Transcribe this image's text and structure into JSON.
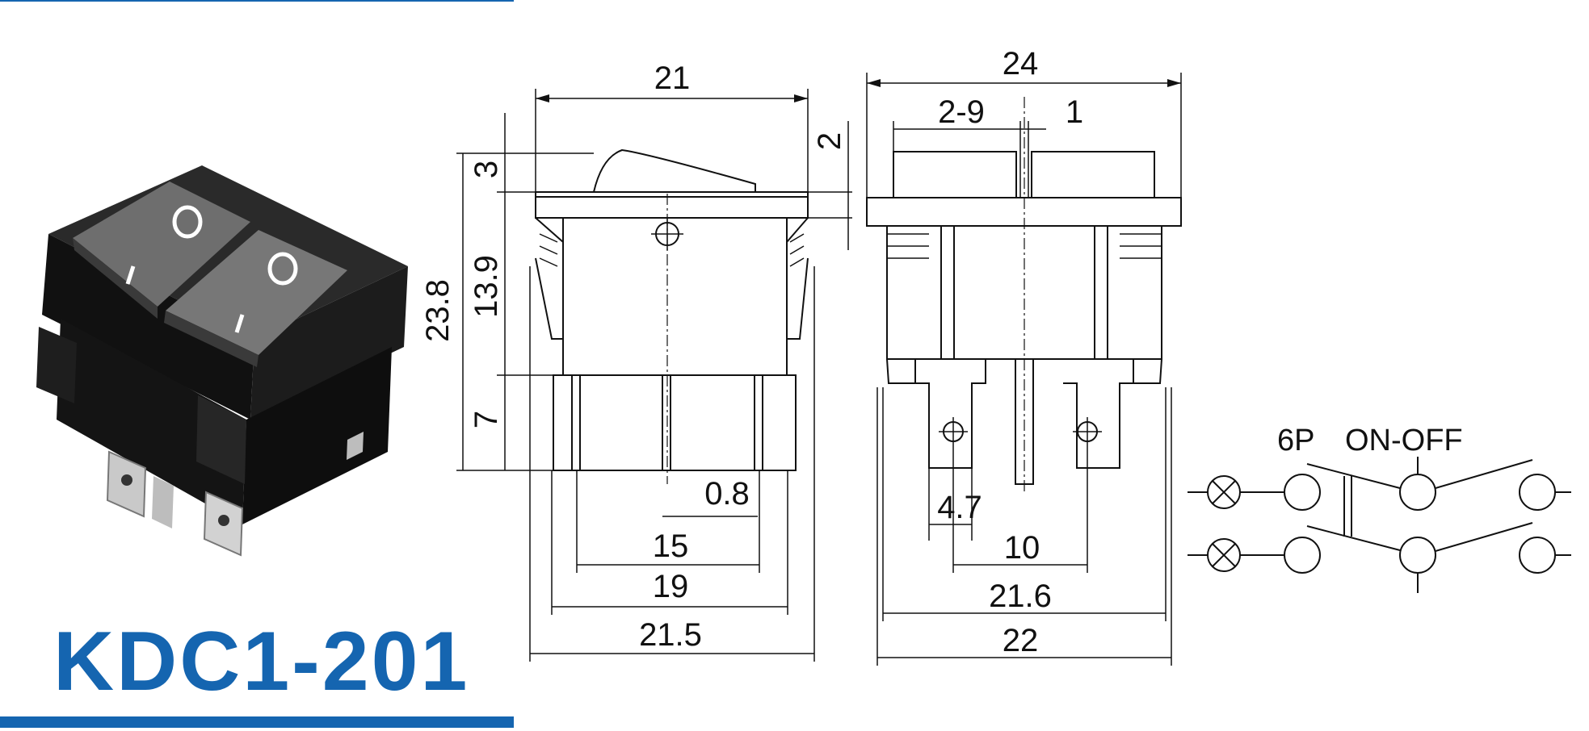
{
  "product": {
    "model": "KDC1-201",
    "accent_color": "#1565b0",
    "photo_switch_color": "#1a1a1a"
  },
  "side_view": {
    "width_top": "21",
    "rocker_h": "3",
    "frame_t": "2",
    "overall_h": "23.8",
    "body_h": "13.9",
    "term_h": "7",
    "pin_w": "0.8",
    "pitch": "15",
    "w19": "19",
    "w215": "21.5"
  },
  "front_view": {
    "width_top": "24",
    "rocker_gap": "2-9",
    "rocker_gap2": "1",
    "tab_w": "4.7",
    "tab_pitch": "10",
    "w216": "21.6",
    "w22": "22"
  },
  "schematic": {
    "label_poles": "6P",
    "label_function": "ON-OFF"
  }
}
